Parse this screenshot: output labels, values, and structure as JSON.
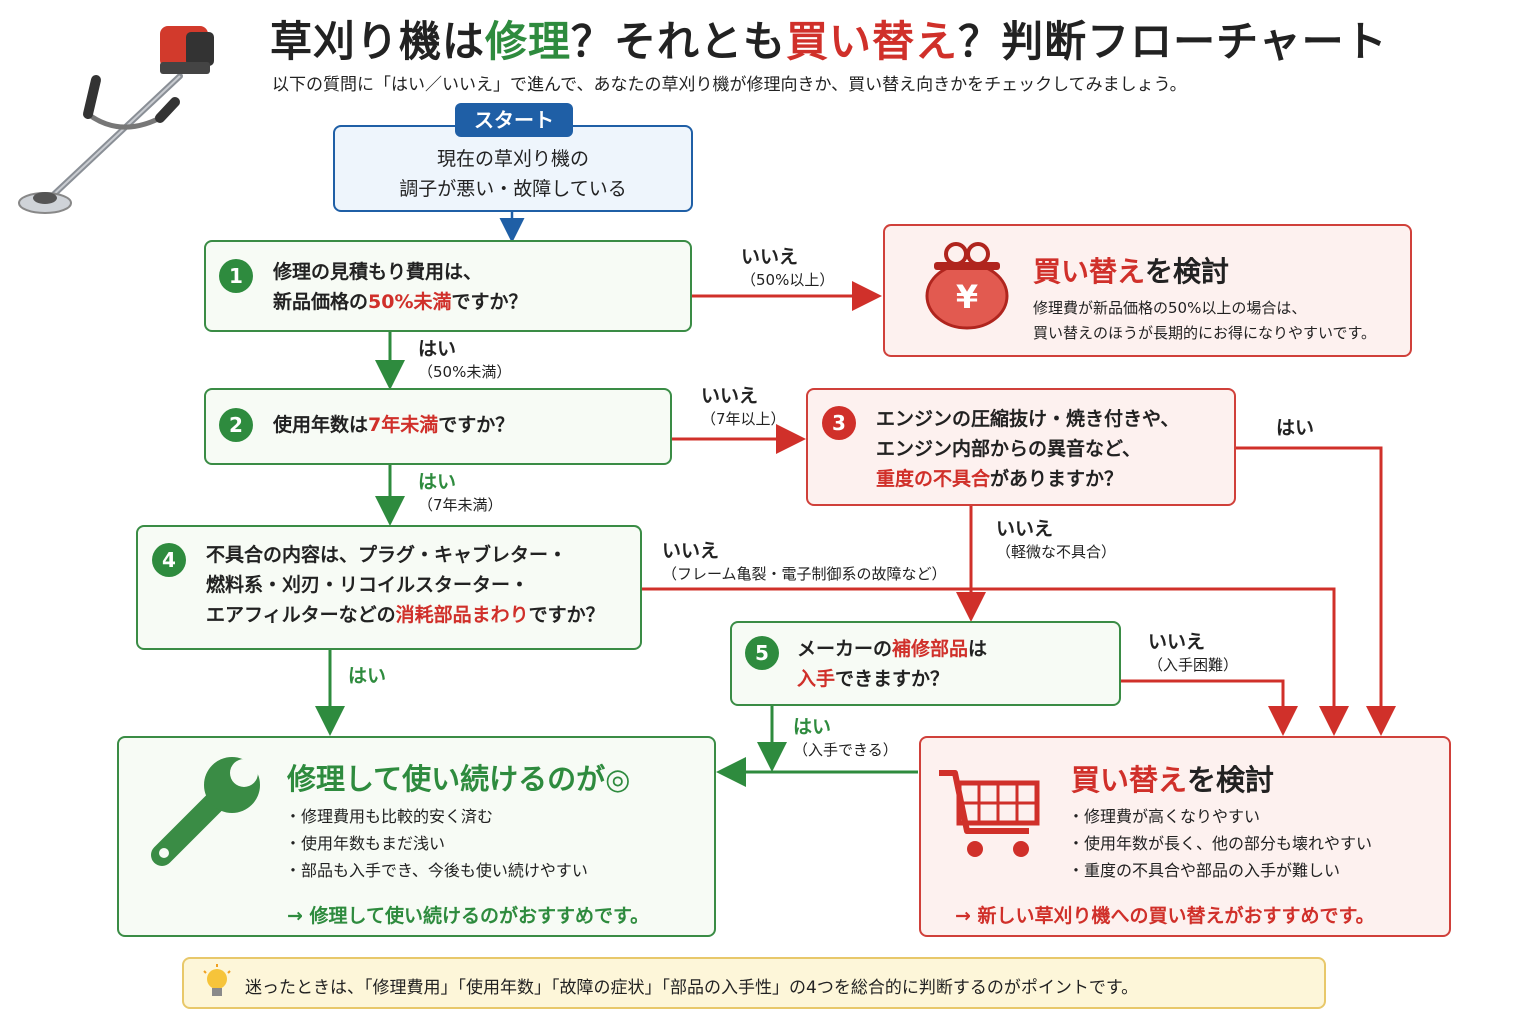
{
  "title": {
    "p1": "草刈り機は",
    "p2": "修理",
    "p3": "？それとも",
    "p4": "買い替え",
    "p5": "？判断フローチャート"
  },
  "subtitle": "以下の質問に「はい／いいえ」で進んで、あなたの草刈り機が修理向きか、買い替え向きかをチェックしてみましょう。",
  "start": {
    "badge": "スタート",
    "line1": "現在の草刈り機の",
    "line2": "調子が悪い・故障している"
  },
  "q1": {
    "num": "1",
    "line1": "修理の見積もり費用は、",
    "line2a": "新品価格の",
    "line2b": "50%未満",
    "line2c": "ですか？"
  },
  "q2": {
    "num": "2",
    "a": "使用年数は",
    "b": "7年未満",
    "c": "ですか？"
  },
  "q3": {
    "num": "3",
    "line1": "エンジンの圧縮抜け・焼き付きや、",
    "line2": "エンジン内部からの異音など、",
    "line3a": "重度の不具合",
    "line3b": "がありますか？"
  },
  "q4": {
    "num": "4",
    "line1": "不具合の内容は、プラグ・キャブレター・",
    "line2": "燃料系・刈刃・リコイルスターター・",
    "line3a": "エアフィルターなどの",
    "line3b": "消耗部品まわり",
    "line3c": "ですか？"
  },
  "q5": {
    "num": "5",
    "line1a": "メーカーの",
    "line1b": "補修部品",
    "line1c": "は",
    "line2a": "入手",
    "line2b": "できますか？"
  },
  "labels": {
    "q1_no": {
      "main": "いいえ",
      "sub": "（50%以上）"
    },
    "q1_yes": {
      "main": "はい",
      "sub": "（50%未満）"
    },
    "q2_no": {
      "main": "いいえ",
      "sub": "（7年以上）"
    },
    "q2_yes": {
      "main": "はい",
      "sub": "（7年未満）"
    },
    "q3_yes": "はい",
    "q3_no": {
      "main": "いいえ",
      "sub": "（軽微な不具合）"
    },
    "q4_no": {
      "main": "いいえ",
      "sub": "（フレーム亀裂・電子制御系の故障など）"
    },
    "q4_yes": "はい",
    "q5_no": {
      "main": "いいえ",
      "sub": "（入手困難）"
    },
    "q5_yes": {
      "main": "はい",
      "sub": "（入手できる）"
    }
  },
  "replace_top": {
    "t1": "買い替え",
    "t2": "を検討",
    "d1": "修理費が新品価格の50%以上の場合は、",
    "d2": "買い替えのほうが長期的にお得になりやすいです。",
    "icon": "yen"
  },
  "repair": {
    "t1": "修理して使い続ける",
    "t2": "のが◎",
    "points": [
      "修理費用も比較的安く済む",
      "使用年数もまだ浅い",
      "部品も入手でき、今後も使い続けやすい"
    ],
    "conclusion": "→ 修理して使い続けるのがおすすめです。"
  },
  "replace": {
    "t1": "買い替え",
    "t2": "を検討",
    "points": [
      "修理費が高くなりやすい",
      "使用年数が長く、他の部分も壊れやすい",
      "重度の不具合や部品の入手が難しい"
    ],
    "conclusion": "→ 新しい草刈り機への買い替えがおすすめです。"
  },
  "tip": "迷ったときは、「修理費用」「使用年数」「故障の症状」「部品の入手性」の4つを総合的に判断するのがポイントです。",
  "colors": {
    "green": "#2e8b3e",
    "red": "#d0302a",
    "blue": "#1f5fa6"
  }
}
